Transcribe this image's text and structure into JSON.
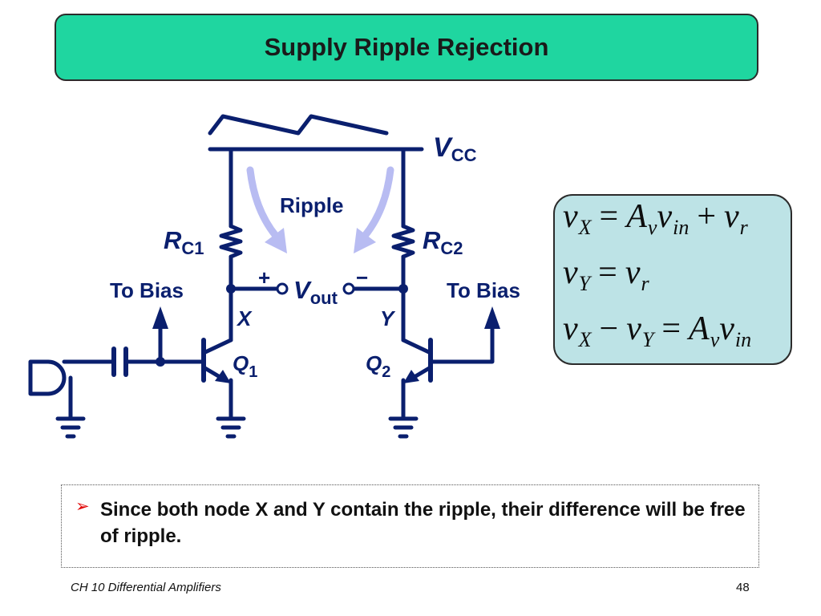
{
  "title": "Supply Ripple Rejection",
  "circuit": {
    "vcc_main": "V",
    "vcc_sub": "CC",
    "ripple_label": "Ripple",
    "rc1_main": "R",
    "rc1_sub": "C1",
    "rc2_main": "R",
    "rc2_sub": "C2",
    "to_bias_left": "To Bias",
    "to_bias_right": "To Bias",
    "plus": "+",
    "minus": "−",
    "vout_main": "V",
    "vout_sub": "out",
    "node_x": "X",
    "node_y": "Y",
    "q1_main": "Q",
    "q1_sub": "1",
    "q2_main": "Q",
    "q2_sub": "2"
  },
  "equations": {
    "eq1": {
      "a": "v",
      "a_sub": "X",
      "op1": "=",
      "b": "A",
      "b_sub": "v",
      "c": "v",
      "c_sub": "in",
      "op2": "+",
      "d": "v",
      "d_sub": "r"
    },
    "eq2": {
      "a": "v",
      "a_sub": "Y",
      "op1": "=",
      "b": "v",
      "b_sub": "r"
    },
    "eq3": {
      "a": "v",
      "a_sub": "X",
      "op1": "−",
      "b": "v",
      "b_sub": "Y",
      "op2": "=",
      "c": "A",
      "c_sub": "v",
      "d": "v",
      "d_sub": "in"
    }
  },
  "note": "Since both node X and Y contain the ripple, their difference will be free of ripple.",
  "footer": {
    "chapter": "CH 10 Differential Amplifiers",
    "page": "48"
  },
  "colors": {
    "title_bg": "#1fd6a0",
    "wire": "#0a1f6e",
    "ripple_arrow": "#b8bcf2",
    "equation_bg": "#bde3e6",
    "bullet": "#e10000"
  }
}
